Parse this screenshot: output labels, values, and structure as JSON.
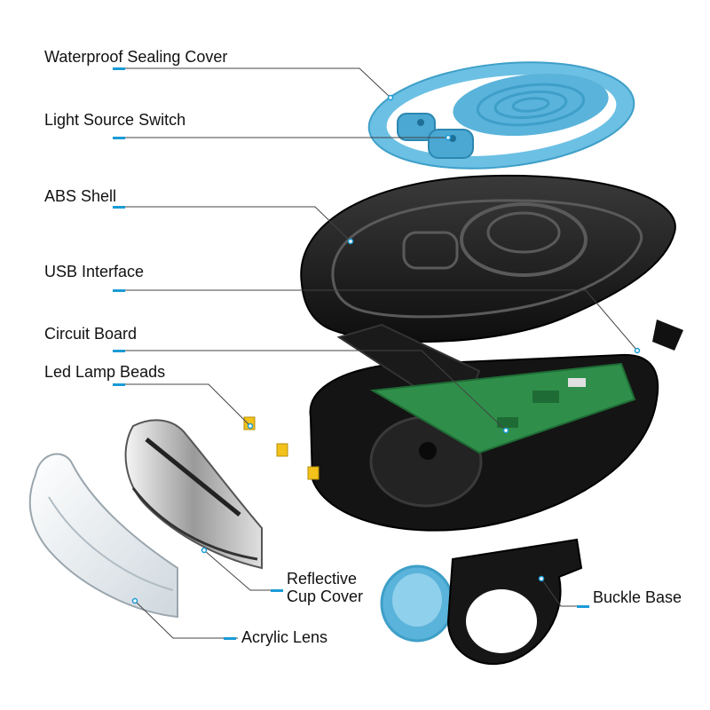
{
  "labels": {
    "waterproof_sealing_cover": "Waterproof Sealing Cover",
    "light_source_switch": "Light Source Switch",
    "abs_shell": "ABS Shell",
    "usb_interface": "USB Interface",
    "circuit_board": "Circuit Board",
    "led_lamp_beads": "Led Lamp Beads",
    "reflective_cup_cover_line1": "Reflective",
    "reflective_cup_cover_line2": "Cup Cover",
    "buckle_base": "Buckle Base",
    "acrylic_lens": "Acrylic Lens"
  },
  "colors": {
    "accent": "#1a9bd7",
    "cover_blue": "#6cc0e4",
    "shell_black": "#1c1c1c",
    "pcb_green": "#2f8f4a",
    "lens_clear": "#e9eef2",
    "led_yellow": "#f2c21a"
  }
}
